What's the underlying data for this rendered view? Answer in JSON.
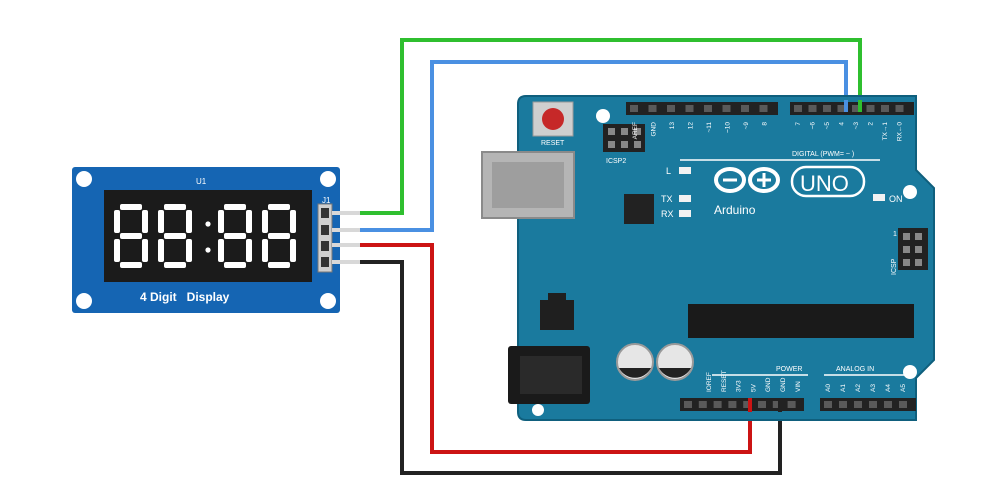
{
  "colors": {
    "board": "#1a7a9e",
    "board_edge": "#0f5f7d",
    "module_pcb": "#1565b3",
    "display_face": "#1b1b1b",
    "wire_green": "#2fbf2f",
    "wire_blue": "#4a90e2",
    "wire_red": "#cc1414",
    "wire_black": "#222222",
    "header": "#222222",
    "silk": "#ffffff",
    "reset_button": "#c62828"
  },
  "module": {
    "u1_label": "U1",
    "j1_label": "J1",
    "title": "4 Digit   Display",
    "digits": [
      "8",
      "8",
      "8",
      "8"
    ]
  },
  "arduino": {
    "reset_label": "RESET",
    "icsp2_label": "ICSP2",
    "icsp_label": "ICSP",
    "icsp_pin1": "1",
    "led_l": "L",
    "led_tx": "TX",
    "led_rx": "RX",
    "led_on": "ON",
    "logo_text": "Arduino",
    "uno": "UNO",
    "digital_label": "DIGITAL (PWM= ~ )",
    "power_label": "POWER",
    "analog_label": "ANALOG IN",
    "top_pins_left": [
      "AREF",
      "GND",
      "13",
      "12",
      "~11",
      "~10",
      "~9",
      "8"
    ],
    "top_pins_right": [
      "7",
      "~6",
      "~5",
      "4",
      "~3",
      "2",
      "TX→1",
      "RX←0"
    ],
    "power_pins": [
      "IOREF",
      "RESET",
      "3V3",
      "5V",
      "GND",
      "GND",
      "VIN"
    ],
    "analog_pins": [
      "A0",
      "A1",
      "A2",
      "A3",
      "A4",
      "A5"
    ]
  }
}
